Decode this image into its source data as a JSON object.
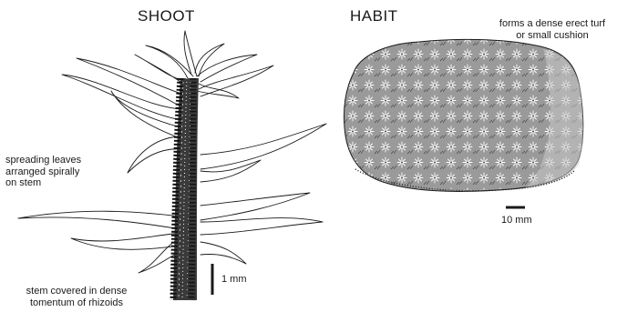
{
  "shoot": {
    "heading": "SHOOT",
    "leaves_note": [
      "spreading leaves",
      "arranged spirally",
      "on stem"
    ],
    "stem_note": [
      "stem covered in dense",
      "tomentum of rhizoids"
    ],
    "scale_label": "1 mm"
  },
  "habit": {
    "heading": "HABIT",
    "form_note": [
      "forms a dense erect turf",
      "or small cushion"
    ],
    "scale_label": "10 mm"
  },
  "colors": {
    "ink": "#1a1a1a",
    "cushion_fill": "#9a9a9a",
    "cushion_shade": "#c8c8c8"
  }
}
